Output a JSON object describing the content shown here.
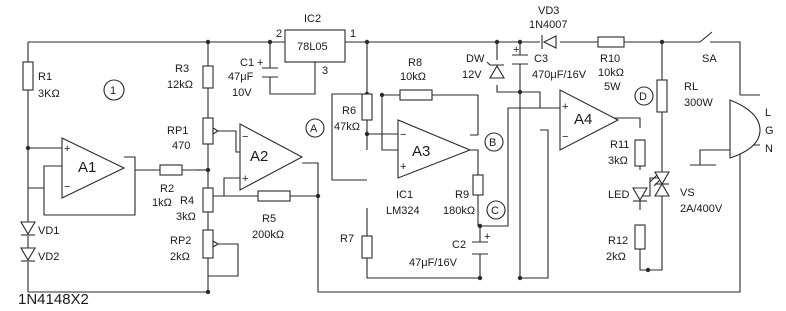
{
  "labels": {
    "ic2": "IC2",
    "reg": "78L05",
    "pin2": "2",
    "pin1": "1",
    "pin3": "3",
    "c1_name": "C1",
    "c1_val": "47μF",
    "c1_volt": "10V",
    "vd3_name": "VD3",
    "vd3_val": "1N4007",
    "sa": "SA",
    "r1_name": "R1",
    "r1_val": "3KΩ",
    "node1": "1",
    "r3_name": "R3",
    "r3_val": "12kΩ",
    "rp1_name": "RP1",
    "rp1_val": "470",
    "a1": "A1",
    "a2": "A2",
    "a3": "A3",
    "a4": "A4",
    "r2_name": "R2",
    "r2_val": "1kΩ",
    "r4_name": "R4",
    "r4_val": "3kΩ",
    "rp2_name": "RP2",
    "rp2_val": "2kΩ",
    "r5_name": "R5",
    "r5_val": "200kΩ",
    "vd1": "VD1",
    "vd2": "VD2",
    "diode_note": "1N4148X2",
    "node_a": "A",
    "node_b": "B",
    "node_c": "C",
    "node_d": "D",
    "r6_name": "R6",
    "r6_val": "47kΩ",
    "r7_name": "R7",
    "r8_name": "R8",
    "r8_val": "10kΩ",
    "ic1_name": "IC1",
    "ic1_val": "LM324",
    "r9_name": "R9",
    "r9_val": "180kΩ",
    "c2_name": "C2",
    "c2_val": "47μF/16V",
    "dw_name": "DW",
    "dw_val": "12V",
    "c3_name": "C3",
    "c3_val": "470μF/16V",
    "r10_name": "R10",
    "r10_val": "10kΩ",
    "r10_pow": "5W",
    "r11_name": "R11",
    "r11_val": "3kΩ",
    "led": "LED",
    "r12_name": "R12",
    "r12_val": "2kΩ",
    "rl_name": "RL",
    "rl_val": "300W",
    "vs_name": "VS",
    "vs_val": "2A/400V",
    "plug_l": "L",
    "plug_g": "G",
    "plug_n": "N",
    "plus": "+",
    "minus": "−"
  }
}
